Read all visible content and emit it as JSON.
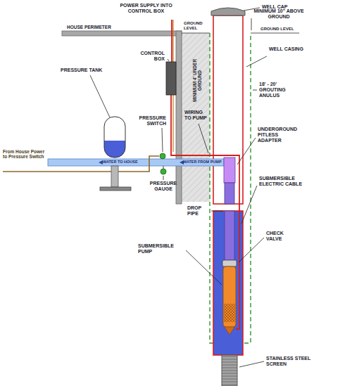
{
  "diagram": {
    "labels": [
      "POWER SUPPLY INTO CONTROL BOX",
      "WELL CAP",
      "HOUSE PERIMETER",
      "GROUND LEVEL",
      "MINIMUM 10\" ABOVE GROUND",
      "GROUND LEVEL",
      "CONTROL BOX",
      "PRESSURE TANK",
      "WELL CASING",
      "MINIMUM 4' UNDER GROUND",
      "PRESSURE SWITCH",
      "WIRING TO PUMP",
      "18' - 20' GROUTING ANULUS",
      "UNDERGROUND PITLESS ADAPTER",
      "From House Power to Pressure Switch",
      "WATER TO HOUSE",
      "WATER FROM PUMP",
      "PRESSURE GAUGE",
      "DROP PIPE",
      "SUBMERSIBLE ELECTRIC CABLE",
      "CHECK VALVE",
      "SUBMERSIBLE PUMP",
      "STAINLESS STEEL SCREEN"
    ]
  }
}
